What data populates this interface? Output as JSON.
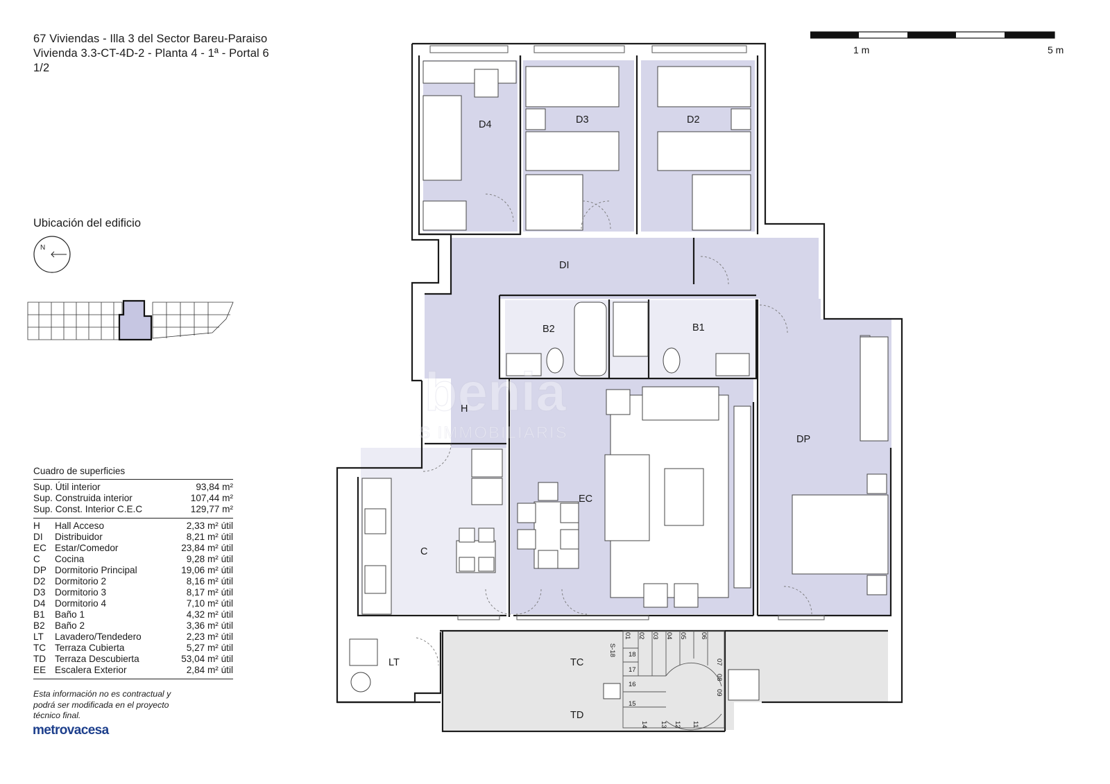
{
  "header": {
    "line1": "67 Viviendas - Illa 3 del Sector Bareu-Paraiso",
    "line2": "Vivienda 3.3-CT-4D-2  -  Planta 4 - 1ª - Portal 6",
    "line3": "1/2"
  },
  "location": {
    "title": "Ubicación del edificio",
    "north_label": "N"
  },
  "scale": {
    "label_1": "1 m",
    "label_5": "5 m"
  },
  "surfaces": {
    "caption": "Cuadro de superficies",
    "totals": [
      {
        "label": "Sup. Útil interior",
        "value": "93,84 m²"
      },
      {
        "label": "Sup. Construida interior",
        "value": "107,44 m²"
      },
      {
        "label": "Sup. Const. Interior C.E.C",
        "value": "129,77 m²"
      }
    ],
    "rooms": [
      {
        "code": "H",
        "name": "Hall Acceso",
        "value": "2,33 m² útil"
      },
      {
        "code": "DI",
        "name": "Distribuidor",
        "value": "8,21 m² útil"
      },
      {
        "code": "EC",
        "name": "Estar/Comedor",
        "value": "23,84 m² útil"
      },
      {
        "code": "C",
        "name": "Cocina",
        "value": "9,28 m² útil"
      },
      {
        "code": "DP",
        "name": "Dormitorio Principal",
        "value": "19,06 m² útil"
      },
      {
        "code": "D2",
        "name": "Dormitorio 2",
        "value": "8,16 m² útil"
      },
      {
        "code": "D3",
        "name": "Dormitorio 3",
        "value": "8,17 m² útil"
      },
      {
        "code": "D4",
        "name": "Dormitorio 4",
        "value": "7,10 m² útil"
      },
      {
        "code": "B1",
        "name": "Baño 1",
        "value": "4,32 m² útil"
      },
      {
        "code": "B2",
        "name": "Baño 2",
        "value": "3,36 m² útil"
      },
      {
        "code": "LT",
        "name": "Lavadero/Tendedero",
        "value": "2,23 m² útil"
      },
      {
        "code": "TC",
        "name": "Terraza Cubierta",
        "value": "5,27 m² útil"
      },
      {
        "code": "TD",
        "name": "Terraza Descubierta",
        "value": "53,04 m² útil"
      },
      {
        "code": "EE",
        "name": "Escalera Exterior",
        "value": "2,84 m² útil"
      }
    ]
  },
  "disclaimer": "Esta información no es contractual y podrá ser modificada en el proyecto técnico final.",
  "brand": "metrovacesa",
  "plan_labels": {
    "D4": "D4",
    "D3": "D3",
    "D2": "D2",
    "DI": "DI",
    "B2": "B2",
    "B1": "B1",
    "H": "H",
    "DP": "DP",
    "EC": "EC",
    "C": "C",
    "LT": "LT",
    "TC": "TC",
    "TD": "TD",
    "stair": "S-18"
  },
  "stair_steps": [
    "01",
    "02",
    "03",
    "04",
    "05",
    "06",
    "07",
    "08",
    "09",
    "11",
    "12",
    "13",
    "14",
    "15",
    "16",
    "17",
    "18"
  ],
  "watermark": {
    "word": "benia",
    "sub": "S IMMOBILIARIS"
  },
  "colors": {
    "room_fill": "#d6d6ea",
    "kitchen_fill": "#ececf5",
    "terrace_fill": "#e6e6e6",
    "wall": "#1a1a1a",
    "brand": "#1d3f8c"
  }
}
